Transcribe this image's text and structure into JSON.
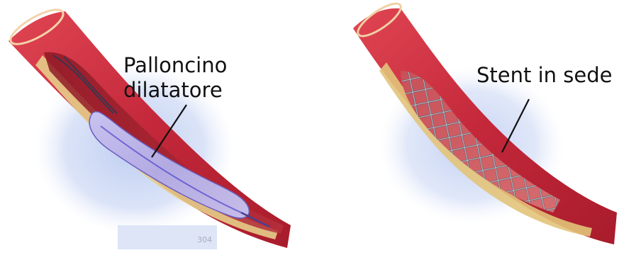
{
  "labels": {
    "balloon_line1": "Palloncino",
    "balloon_line2": "dilatatore",
    "stent": "Stent in sede"
  },
  "watermarks": {
    "left_code": "304",
    "right_line1": "",
    "right_line2": ""
  },
  "colors": {
    "vessel_red": "#c72a37",
    "vessel_dark": "#8f1420",
    "plaque_yellow": "#e4c87e",
    "balloon_lavender": "#b9b2e6",
    "backdrop_blue": "#c9d6f2",
    "stent_mesh": "#5a5f6e"
  }
}
